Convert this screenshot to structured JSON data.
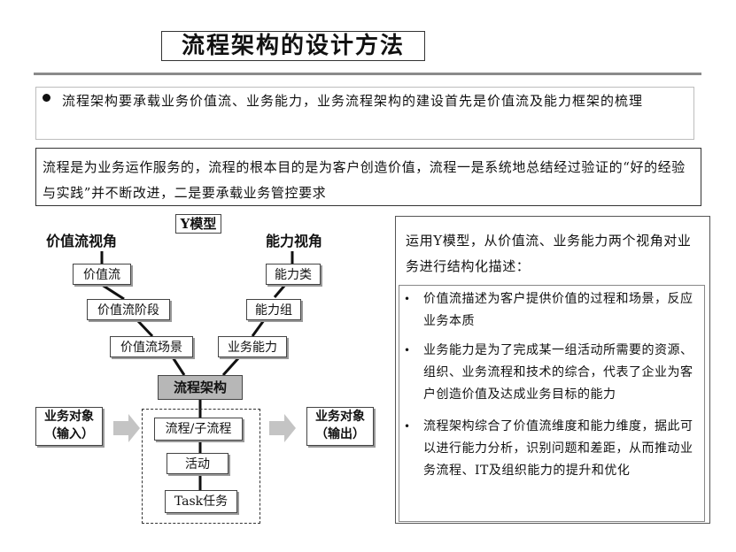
{
  "title": "流程架构的设计方法",
  "bullet": "流程架构要承载业务价值流、业务能力，业务流程架构的建设首先是价值流及能力框架的梳理",
  "definition": "流程是为业务运作服务的，流程的根本目的是为客户创造价值，流程一是系统地总结经过验证的“好的经验与实践”并不断改进，二是要承载业务管控要求",
  "ymodel": {
    "label": "Y模型",
    "left_heading": "价值流视角",
    "right_heading": "能力视角",
    "left_boxes": [
      "价值流",
      "价值流阶段",
      "价值流场景"
    ],
    "right_boxes": [
      "能力类",
      "能力组",
      "业务能力"
    ],
    "core": "流程架构",
    "inner_boxes": [
      "流程/子流程",
      "活动",
      "Task任务"
    ],
    "input": {
      "line1": "业务对象",
      "line2": "（输入）"
    },
    "output": {
      "line1": "业务对象",
      "line2": "（输出）"
    }
  },
  "right_panel": {
    "intro": "运用Y模型，从价值流、业务能力两个视角对业务进行结构化描述：",
    "bullets": [
      "价值流描述为客户提供价值的过程和场景，反应业务本质",
      "业务能力是为了完成某一组活动所需要的资源、组织、业务流程和技术的综合，代表了企业为客户创造价值及达成业务目标的能力",
      "流程架构综合了价值流维度和能力维度，据此可以进行能力分析，识别问题和差距，从而推动业务流程、IT及组织能力的提升和优化"
    ]
  },
  "colors": {
    "core_fill": "#b7b7b7",
    "arrow_fill": "#c4c4c4",
    "rule": "#8a8a8a"
  }
}
